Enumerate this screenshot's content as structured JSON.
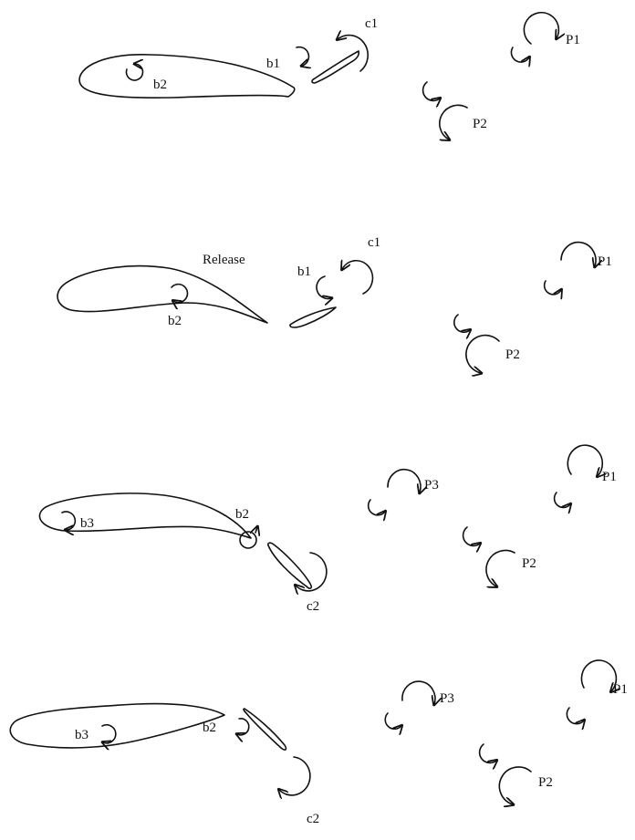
{
  "panels": [
    {
      "labels": {
        "b1": "b1",
        "b2": "b2",
        "c1": "c1",
        "P1": "P1",
        "P2": "P2"
      }
    },
    {
      "labels": {
        "release": "Release",
        "b1": "b1",
        "b2": "b2",
        "c1": "c1",
        "P1": "P1",
        "P2": "P2"
      }
    },
    {
      "labels": {
        "b2": "b2",
        "b3": "b3",
        "c2": "c2",
        "P1": "P1",
        "P2": "P2",
        "P3": "P3"
      }
    },
    {
      "labels": {
        "b2": "b2",
        "b3": "b3",
        "c2": "c2",
        "P1": "P1",
        "P2": "P2",
        "P3": "P3"
      }
    }
  ]
}
